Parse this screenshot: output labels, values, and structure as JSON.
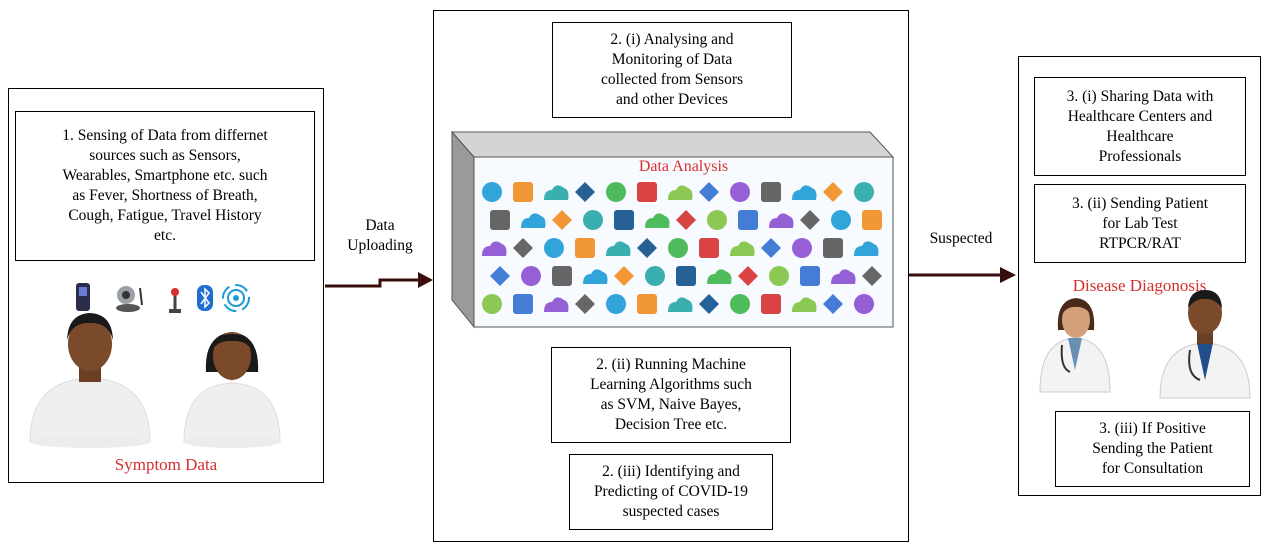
{
  "panel1": {
    "box_text": "1. Sensing of Data from differnet\nsources such as Sensors,\nWearables, Smartphone etc. such\nas Fever, Shortness of Breath,\nCough, Fatigue, Travel History\netc.",
    "caption": "Symptom Data",
    "device_icons": [
      "phone-icon",
      "webcam-icon",
      "sensor-icon",
      "bluetooth-icon",
      "wireless-icon"
    ]
  },
  "arrow1_label": "Data\nUploading",
  "panel2": {
    "box_top": "2. (i) Analysing and\nMonitoring of Data\ncollected from Sensors\nand other Devices",
    "cube_title": "Data Analysis",
    "box_mid": "2. (ii) Running Machine\nLearning Algorithms such\nas SVM, Naive Bayes,\nDecision Tree etc.",
    "box_bottom": "2. (iii) Identifying and\nPredicting of COVID-19\nsuspected cases"
  },
  "arrow2_label": "Suspected",
  "panel3": {
    "box1": "3. (i) Sharing Data with\nHealthcare Centers and\nHealthcare\nProfessionals",
    "box2": "3. (ii) Sending Patient\nfor Lab Test\nRTPCR/RAT",
    "caption": "Disease Diagonosis",
    "box3": "3. (iii) If Positive\nSending the Patient\nfor Consultation"
  },
  "colors": {
    "arrow": "#3a0d0d",
    "caption": "#d62f2f",
    "cube_side": "#9a9a9a",
    "cube_top": "#d4d4d4"
  }
}
